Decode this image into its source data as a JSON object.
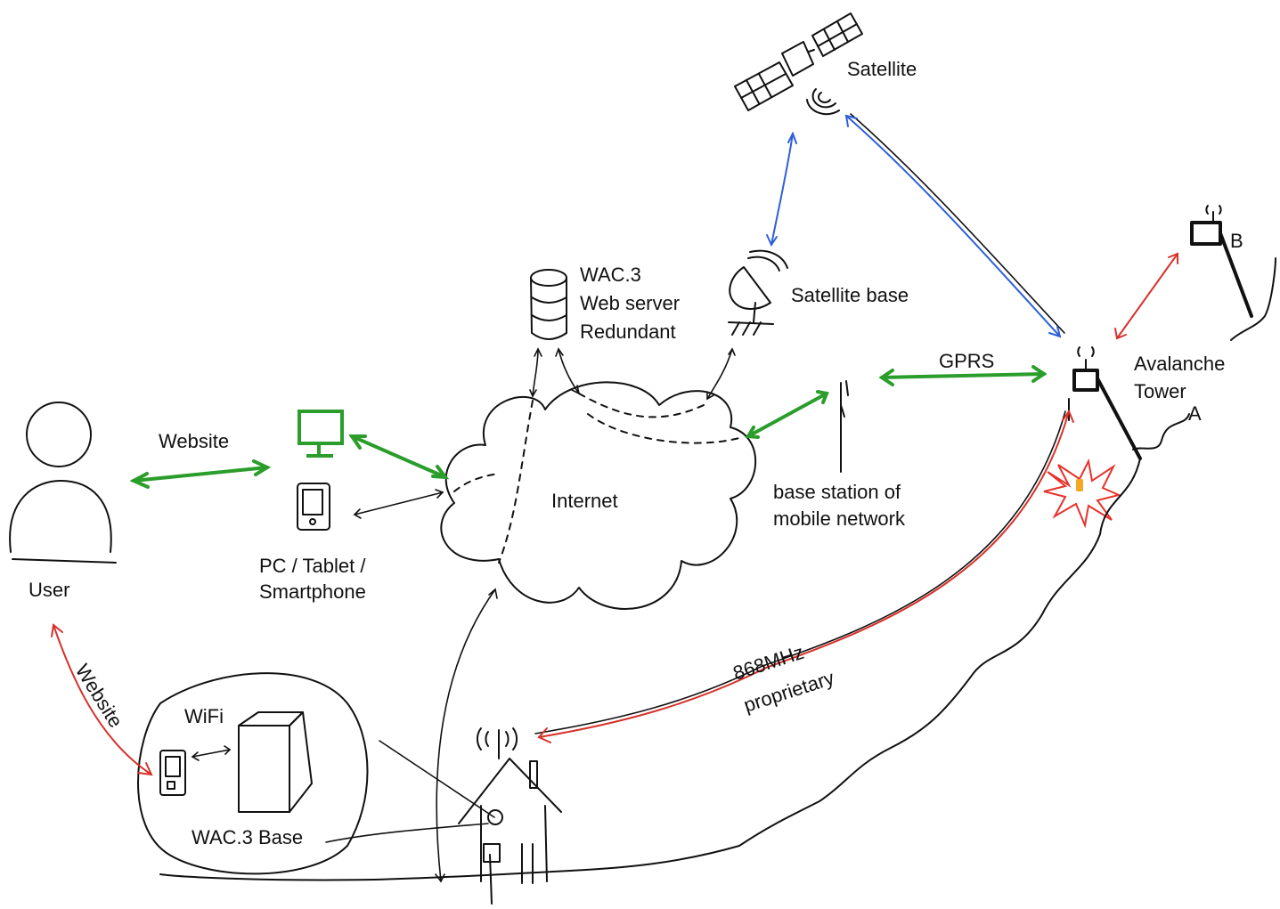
{
  "labels": {
    "satellite": "Satellite",
    "satellite_base": "Satellite base",
    "wac_server_line1": "WAC.3",
    "wac_server_line2": "Web server",
    "wac_server_line3": "Redundant",
    "gprs": "GPRS",
    "avalanche_line1": "Avalanche",
    "avalanche_line2": "Tower",
    "tower_a": "A",
    "tower_b": "B",
    "website_top": "Website",
    "internet": "Internet",
    "base_station_line1": "base station of",
    "base_station_line2": "mobile network",
    "devices_line1": "PC / Tablet /",
    "devices_line2": "Smartphone",
    "user": "User",
    "website_side": "Website",
    "wifi": "WiFi",
    "wac_base": "WAC.3 Base",
    "freq_line1": "868MHz",
    "freq_line2": "proprietary"
  },
  "colors": {
    "ink": "#111111",
    "green_link": "#2a9d2a",
    "blue_link": "#2f5fd8",
    "red_link": "#d6322b",
    "explosion": "#e8322b",
    "sensor": "#f5a623"
  }
}
